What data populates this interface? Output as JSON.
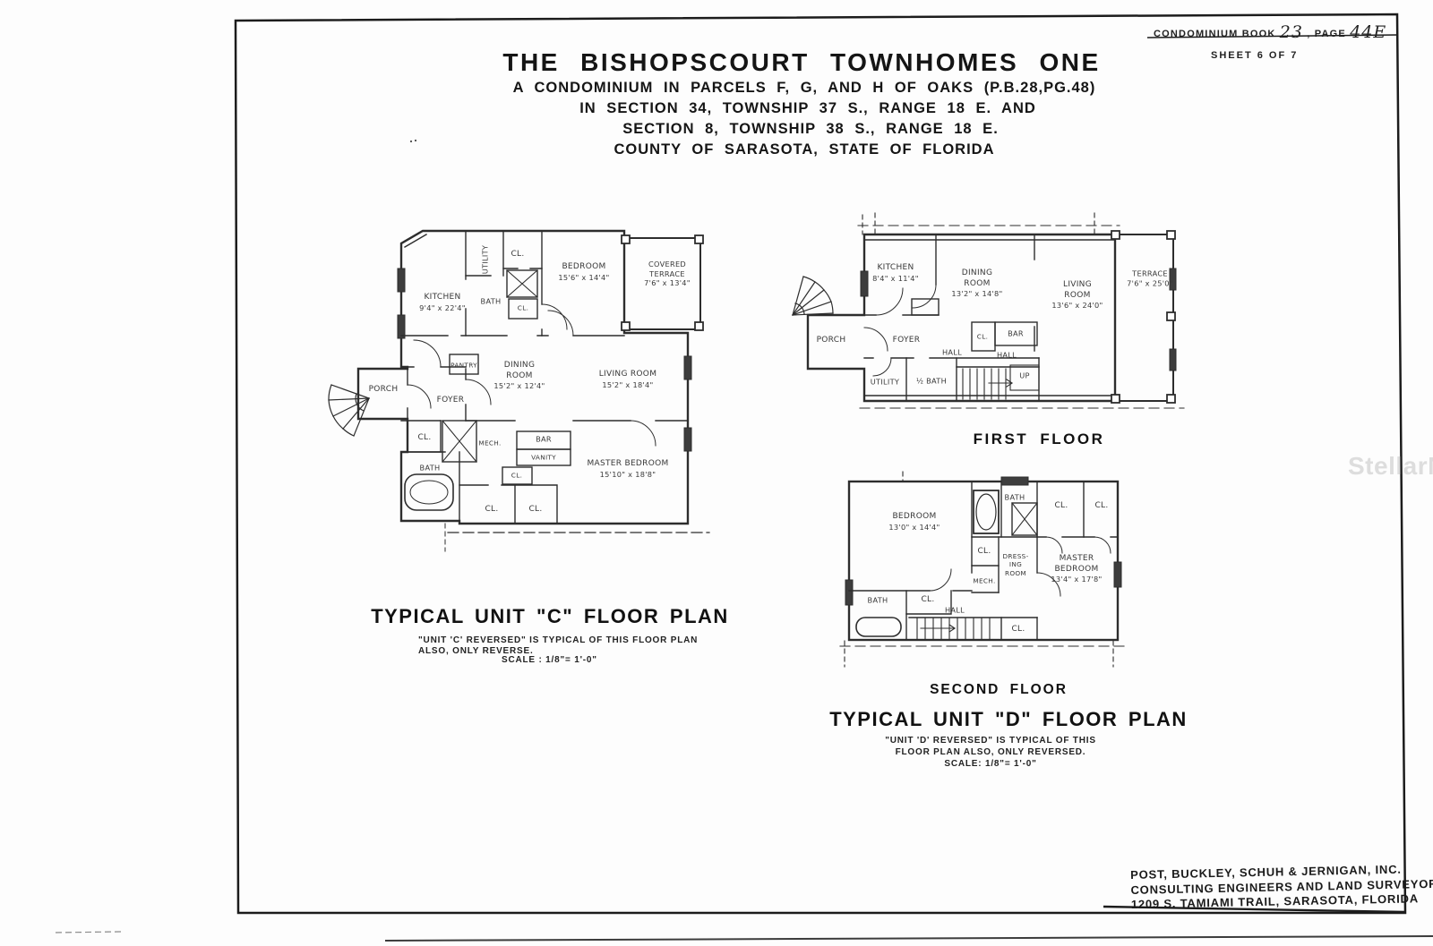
{
  "header": {
    "book_label": "CONDOMINIUM BOOK",
    "book_number": "23",
    "page_label": ", PAGE",
    "page_number": "44E",
    "sheet_label": "SHEET 6 OF 7"
  },
  "title_block": {
    "line1": "THE BISHOPSCOURT TOWNHOMES ONE",
    "line2": "A CONDOMINIUM IN PARCELS F, G, AND H OF OAKS (P.B.28,PG.48)",
    "line3": "IN SECTION 34, TOWNSHIP 37 S., RANGE 18 E. AND",
    "line4": "SECTION 8, TOWNSHIP 38 S., RANGE 18 E.",
    "line5": "COUNTY OF SARASOTA, STATE OF FLORIDA"
  },
  "unit_c": {
    "caption": "TYPICAL UNIT \"C\" FLOOR PLAN",
    "note1": "\"UNIT 'C' REVERSED\" IS TYPICAL OF THIS FLOOR PLAN",
    "note2": "ALSO, ONLY REVERSE.",
    "scale": "SCALE : 1/8\"= 1'-0\"",
    "rooms": {
      "kitchen": {
        "name": "KITCHEN",
        "dims": "9'4\" x 22'4\""
      },
      "utility": {
        "name": "UTILITY"
      },
      "cl_top": {
        "name": "CL."
      },
      "bedroom": {
        "name": "BEDROOM",
        "dims": "15'6\" x 14'4\""
      },
      "terrace": {
        "name1": "COVERED",
        "name2": "TERRACE",
        "dims": "7'6\" x 13'4\""
      },
      "bath_upper": {
        "name": "BATH"
      },
      "cl_shaft": {
        "name": "CL."
      },
      "pantry": {
        "name": "PANTRY"
      },
      "dining": {
        "name1": "DINING",
        "name2": "ROOM",
        "dims": "15'2\" x 12'4\""
      },
      "living": {
        "name": "LIVING ROOM",
        "dims": "15'2\" x 18'4\""
      },
      "porch": {
        "name": "PORCH"
      },
      "foyer": {
        "name": "FOYER"
      },
      "cl_foyer": {
        "name": "CL."
      },
      "mech": {
        "name": "MECH."
      },
      "bar": {
        "name": "BAR"
      },
      "vanity": {
        "name": "VANITY"
      },
      "bath_lower": {
        "name": "BATH"
      },
      "master": {
        "name": "MASTER BEDROOM",
        "dims": "15'10\" x 18'8\""
      },
      "cl_mid": {
        "name": "CL."
      },
      "cl_left": {
        "name": "CL."
      },
      "cl_right": {
        "name": "CL."
      }
    }
  },
  "first_floor": {
    "caption": "FIRST FLOOR",
    "rooms": {
      "kitchen": {
        "name": "KITCHEN",
        "dims": "8'4\" x 11'4\""
      },
      "dining": {
        "name1": "DINING",
        "name2": "ROOM",
        "dims": "13'2\" x 14'8\""
      },
      "living": {
        "name1": "LIVING",
        "name2": "ROOM",
        "dims": "13'6\" x 24'0\""
      },
      "terrace": {
        "name": "TERRACE",
        "dims": "7'6\" x 25'0\""
      },
      "porch": {
        "name": "PORCH"
      },
      "foyer": {
        "name": "FOYER"
      },
      "hall_a": {
        "name": "HALL"
      },
      "hall_b": {
        "name": "HALL"
      },
      "cl": {
        "name": "CL."
      },
      "bar": {
        "name": "BAR"
      },
      "utility": {
        "name": "UTILITY"
      },
      "half_bath": {
        "name": "½ BATH"
      },
      "up": {
        "name": "UP"
      }
    }
  },
  "second_floor": {
    "caption": "SECOND FLOOR",
    "rooms": {
      "bedroom": {
        "name": "BEDROOM",
        "dims": "13'0\" x 14'4\""
      },
      "bath_top": {
        "name": "BATH"
      },
      "cl_t1": {
        "name": "CL."
      },
      "cl_t2": {
        "name": "CL."
      },
      "cl_mid": {
        "name": "CL."
      },
      "dressing": {
        "name1": "DRESS-",
        "name2": "ING",
        "name3": "ROOM"
      },
      "mech": {
        "name": "MECH."
      },
      "master": {
        "name1": "MASTER",
        "name2": "BEDROOM",
        "dims": "13'4\" x 17'8\""
      },
      "bath_bottom": {
        "name": "BATH"
      },
      "cl_hall": {
        "name": "CL."
      },
      "hall": {
        "name": "HALL"
      },
      "cl_bottom": {
        "name": "CL."
      }
    }
  },
  "unit_d": {
    "caption": "TYPICAL UNIT \"D\" FLOOR PLAN",
    "note1": "\"UNIT 'D' REVERSED\" IS TYPICAL OF THIS",
    "note2": "FLOOR PLAN ALSO, ONLY REVERSED.",
    "scale": "SCALE: 1/8\"= 1'-0\""
  },
  "firm_block": {
    "line1": "POST, BUCKLEY, SCHUH & JERNIGAN, INC.",
    "line2": "CONSULTING ENGINEERS AND LAND SURVEYORS",
    "line3": "1209 S. TAMIAMI TRAIL, SARASOTA, FLORIDA"
  },
  "watermark": "StellarMLS"
}
